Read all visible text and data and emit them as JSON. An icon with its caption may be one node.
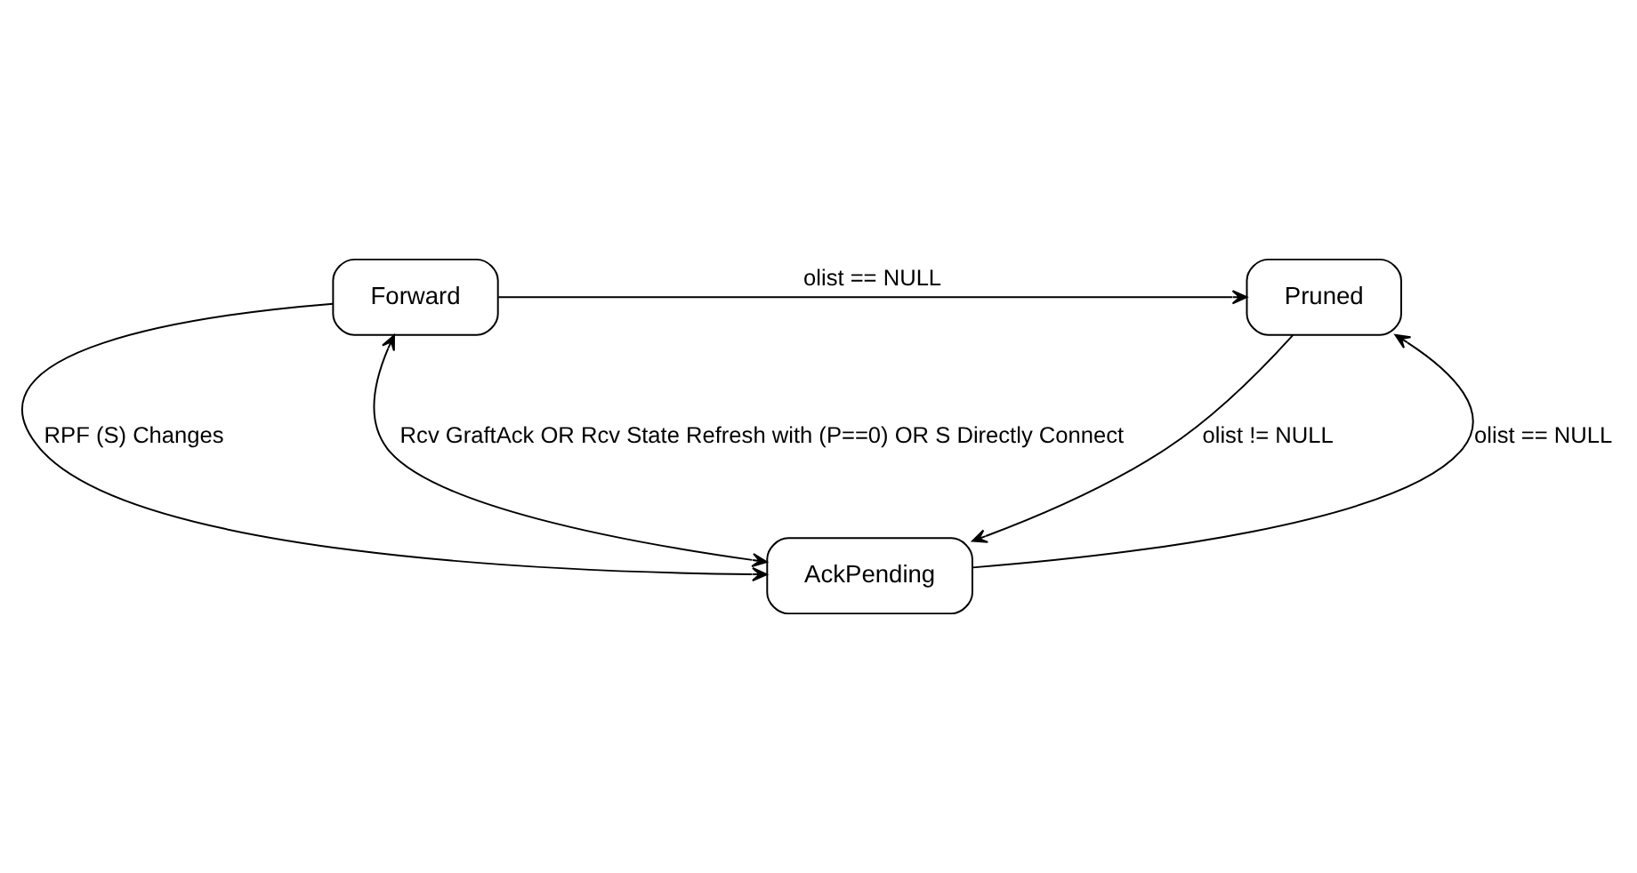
{
  "diagram": {
    "nodes": [
      {
        "text": [
          "Forward"
        ]
      },
      {
        "text": [
          "Pruned"
        ]
      },
      {
        "text": [
          "AckPending"
        ]
      }
    ],
    "edges": [
      {
        "from": 0,
        "to": 1,
        "arrow": "to",
        "label": "olist == NULL"
      },
      {
        "from": 0,
        "to": 2,
        "arrow": "to",
        "label": "RPF (S) Changes"
      },
      {
        "from": 2,
        "to": 0,
        "arrow": "both",
        "label": "Rcv GraftAck OR Rcv State Refresh with (P==0) OR S Directly Connect"
      },
      {
        "from": 2,
        "to": 1,
        "arrow": "to",
        "label": "olist == NULL"
      },
      {
        "from": 1,
        "to": 2,
        "arrow": "to",
        "label": "olist != NULL"
      }
    ]
  }
}
